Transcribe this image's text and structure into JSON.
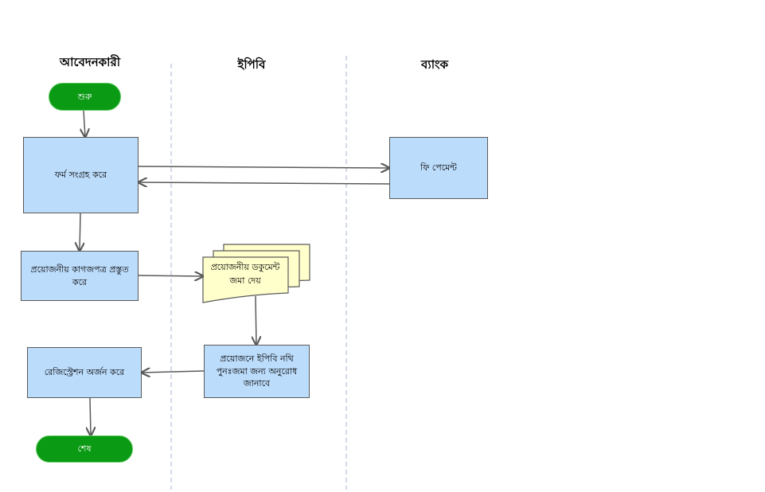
{
  "lanes": {
    "applicant": "আবেদনকারী",
    "epb": "ইপিবি",
    "bank": "ব্যাংক"
  },
  "nodes": {
    "start": "শুরু",
    "collect_form": "ফর্ম সংগ্রহ করে",
    "fee_payment": "ফি পেমেন্ট",
    "prepare_docs": "প্রয়োজনীয় কাগজপত্র প্রস্তুত করে",
    "submit_docs": "প্রয়োজনীয় ডকুমেন্ট জমা দেয়",
    "resubmit_request": "প্রয়োজনে ইপিবি নথি পুনঃজমা জন্য অনুরোধ জানাবে",
    "get_registration": "রেজিস্ট্রেশন অর্জন করে",
    "end": "শেষ"
  },
  "colors": {
    "process_fill": "#bcdcfb",
    "document_fill": "#ffffcc",
    "terminal_fill": "#0a9a14",
    "lane_divider": "#b8c0dc",
    "connector": "#5a5a5a"
  }
}
